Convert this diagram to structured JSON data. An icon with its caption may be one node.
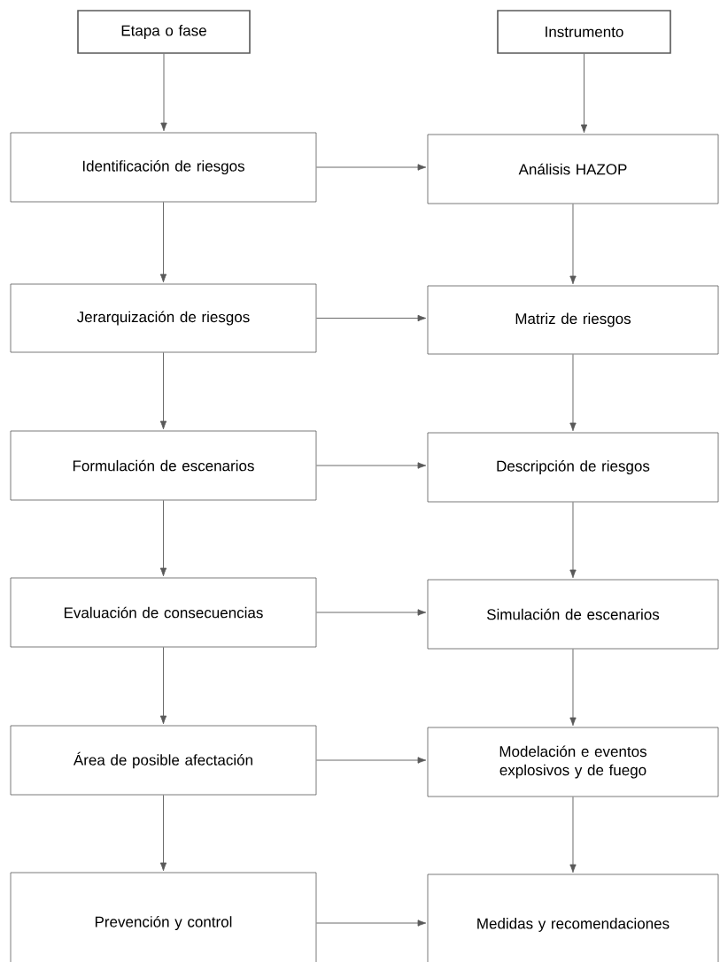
{
  "diagram": {
    "nodes": [
      {
        "text": [
          "Etapa o fase"
        ]
      },
      {
        "text": [
          "Instrumento"
        ]
      },
      {
        "text": [
          "Identificación de riesgos"
        ]
      },
      {
        "text": [
          "Análisis HAZOP"
        ]
      },
      {
        "text": [
          "Jerarquización de riesgos"
        ]
      },
      {
        "text": [
          "Matriz de riesgos"
        ]
      },
      {
        "text": [
          "Formulación de escenarios"
        ]
      },
      {
        "text": [
          "Descripción de riesgos"
        ]
      },
      {
        "text": [
          "Evaluación de consecuencias"
        ]
      },
      {
        "text": [
          "Simulación de escenarios"
        ]
      },
      {
        "text": [
          "Área de posible afectación"
        ]
      },
      {
        "text": [
          "Modelación e eventos explosivos y de fuego"
        ]
      },
      {
        "text": [
          "Prevención y control"
        ]
      },
      {
        "text": [
          "Medidas y recomendaciones"
        ]
      }
    ],
    "edges": [
      {
        "from": 0,
        "to": 2,
        "arrow": "to"
      },
      {
        "from": 1,
        "to": 3,
        "arrow": "to"
      },
      {
        "from": 2,
        "to": 3,
        "arrow": "to"
      },
      {
        "from": 2,
        "to": 4,
        "arrow": "to"
      },
      {
        "from": 3,
        "to": 5,
        "arrow": "to"
      },
      {
        "from": 4,
        "to": 5,
        "arrow": "to"
      },
      {
        "from": 4,
        "to": 6,
        "arrow": "to"
      },
      {
        "from": 5,
        "to": 7,
        "arrow": "to"
      },
      {
        "from": 6,
        "to": 7,
        "arrow": "to"
      },
      {
        "from": 6,
        "to": 8,
        "arrow": "to"
      },
      {
        "from": 7,
        "to": 9,
        "arrow": "to"
      },
      {
        "from": 8,
        "to": 9,
        "arrow": "to"
      },
      {
        "from": 8,
        "to": 10,
        "arrow": "to"
      },
      {
        "from": 9,
        "to": 11,
        "arrow": "to"
      },
      {
        "from": 10,
        "to": 11,
        "arrow": "to"
      },
      {
        "from": 10,
        "to": 12,
        "arrow": "to"
      },
      {
        "from": 11,
        "to": 13,
        "arrow": "to"
      },
      {
        "from": 12,
        "to": 13,
        "arrow": "to"
      }
    ]
  }
}
